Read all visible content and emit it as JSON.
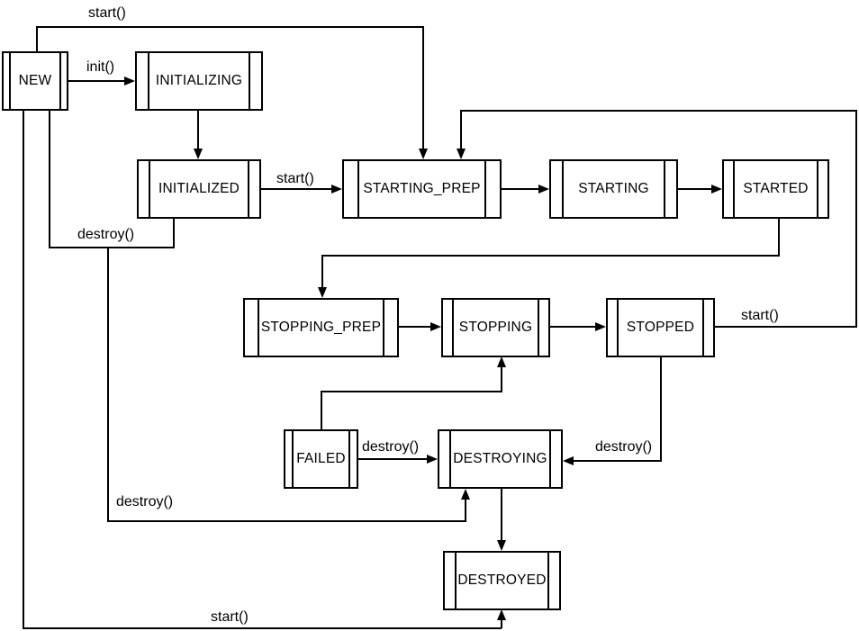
{
  "diagram": {
    "kind": "lifecycle-state-machine",
    "nodes": {
      "new": {
        "label": "NEW"
      },
      "initializing": {
        "label": "INITIALIZING"
      },
      "initialized": {
        "label": "INITIALIZED"
      },
      "starting_prep": {
        "label": "STARTING_PREP"
      },
      "starting": {
        "label": "STARTING"
      },
      "started": {
        "label": "STARTED"
      },
      "stopping_prep": {
        "label": "STOPPING_PREP"
      },
      "stopping": {
        "label": "STOPPING"
      },
      "stopped": {
        "label": "STOPPED"
      },
      "failed": {
        "label": "FAILED"
      },
      "destroying": {
        "label": "DESTROYING"
      },
      "destroyed": {
        "label": "DESTROYED"
      }
    },
    "labels": {
      "top_start": "start()",
      "init": "init()",
      "initialized_start": "start()",
      "new_destroy": "destroy()",
      "stopped_start": "start()",
      "failed_destroy": "destroy()",
      "stopped_destroy": "destroy()",
      "bottom_destroy": "destroy()",
      "bottom_start": "start()"
    },
    "edges": [
      {
        "from": "NEW",
        "to": "STARTING_PREP",
        "label": "start()"
      },
      {
        "from": "NEW",
        "to": "INITIALIZING",
        "label": "init()"
      },
      {
        "from": "INITIALIZING",
        "to": "INITIALIZED",
        "label": ""
      },
      {
        "from": "INITIALIZED",
        "to": "STARTING_PREP",
        "label": "start()"
      },
      {
        "from": "STARTING_PREP",
        "to": "STARTING",
        "label": ""
      },
      {
        "from": "STARTING",
        "to": "STARTED",
        "label": ""
      },
      {
        "from": "STARTED",
        "to": "STOPPING_PREP",
        "label": ""
      },
      {
        "from": "STOPPING_PREP",
        "to": "STOPPING",
        "label": ""
      },
      {
        "from": "STOPPING",
        "to": "STOPPED",
        "label": ""
      },
      {
        "from": "STOPPED",
        "to": "STARTING_PREP",
        "label": "start()"
      },
      {
        "from": "FAILED",
        "to": "STOPPING",
        "label": ""
      },
      {
        "from": "FAILED",
        "to": "DESTROYING",
        "label": "destroy()"
      },
      {
        "from": "STOPPED",
        "to": "DESTROYING",
        "label": "destroy()"
      },
      {
        "from": "NEW / INITIALIZED",
        "to": "DESTROYING",
        "label": "destroy()"
      },
      {
        "from": "DESTROYING",
        "to": "DESTROYED",
        "label": ""
      },
      {
        "from": "NEW",
        "to": "DESTROYED",
        "label": "start()"
      }
    ],
    "colors": {
      "background": "#ffffff",
      "stroke": "#000000",
      "text": "#000000"
    }
  }
}
